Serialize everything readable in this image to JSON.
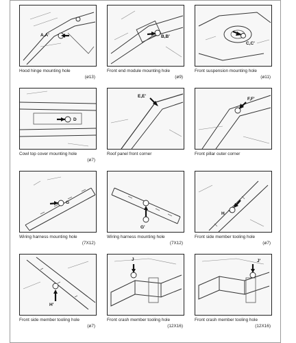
{
  "panels": [
    {
      "caption": "Hood hinge mounting hole",
      "size": "(ø13)",
      "point_label": "A,A'"
    },
    {
      "caption": "Front end module mounting hole",
      "size": "(ø9)",
      "point_label": "B,B'"
    },
    {
      "caption": "Front suspension mounting hole",
      "size": "(ø11)",
      "point_label": "C,C'"
    },
    {
      "caption": "Cowl top cover mounting hole",
      "size": "(ø7)",
      "point_label": "D"
    },
    {
      "caption": "Roof panel front corner",
      "size": "",
      "point_label": "E,E'"
    },
    {
      "caption": "Front pillar outer corner",
      "size": "",
      "point_label": "F,F'"
    },
    {
      "caption": "Wiring harness mounting hole",
      "size": "(7X12)",
      "point_label": "G"
    },
    {
      "caption": "Wiring harness mounting hole",
      "size": "(7X12)",
      "point_label": "G'"
    },
    {
      "caption": "Front side member tooling hole",
      "size": "(ø7)",
      "point_label": "H"
    },
    {
      "caption": "Front side member tooling hole",
      "size": "(ø7)",
      "point_label": "H'"
    },
    {
      "caption": "Front crash member tooling hole",
      "size": "(12X16)",
      "point_label": "J"
    },
    {
      "caption": "Front crash member tooling hole",
      "size": "(12X16)",
      "point_label": "J'"
    }
  ]
}
